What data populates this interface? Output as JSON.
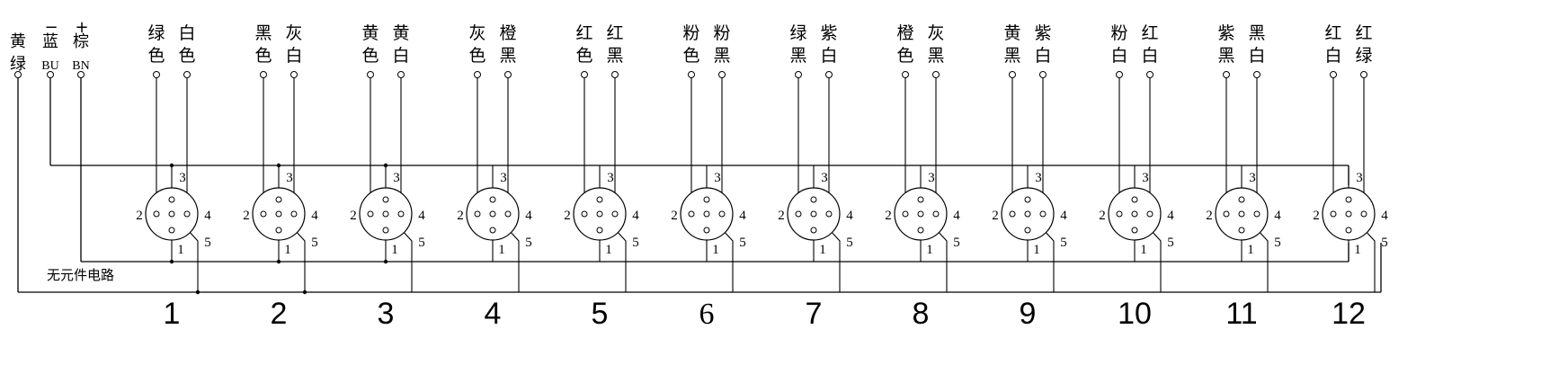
{
  "power_terminals": [
    {
      "sign": "",
      "line1": "黄",
      "line2": "绿"
    },
    {
      "sign": "−",
      "line1": "蓝",
      "line2": "BU"
    },
    {
      "sign": "+",
      "line1": "棕",
      "line2": "BN"
    }
  ],
  "circuit_caption": "无元件电路",
  "pin_labels": {
    "p1": "1",
    "p2": "2",
    "p3": "3",
    "p4": "4",
    "p5": "5"
  },
  "connectors": [
    {
      "number": "1",
      "left_wire": [
        "绿",
        "色"
      ],
      "right_wire": [
        "白",
        "色"
      ]
    },
    {
      "number": "2",
      "left_wire": [
        "黑",
        "色"
      ],
      "right_wire": [
        "灰",
        "白"
      ]
    },
    {
      "number": "3",
      "left_wire": [
        "黄",
        "色"
      ],
      "right_wire": [
        "黄",
        "白"
      ]
    },
    {
      "number": "4",
      "left_wire": [
        "灰",
        "色"
      ],
      "right_wire": [
        "橙",
        "黑"
      ]
    },
    {
      "number": "5",
      "left_wire": [
        "红",
        "色"
      ],
      "right_wire": [
        "红",
        "黑"
      ]
    },
    {
      "number": "6",
      "left_wire": [
        "粉",
        "色"
      ],
      "right_wire": [
        "粉",
        "黑"
      ]
    },
    {
      "number": "7",
      "left_wire": [
        "绿",
        "黑"
      ],
      "right_wire": [
        "紫",
        "白"
      ]
    },
    {
      "number": "8",
      "left_wire": [
        "橙",
        "色"
      ],
      "right_wire": [
        "灰",
        "黑"
      ]
    },
    {
      "number": "9",
      "left_wire": [
        "黄",
        "黑"
      ],
      "right_wire": [
        "紫",
        "白"
      ]
    },
    {
      "number": "10",
      "left_wire": [
        "粉",
        "白"
      ],
      "right_wire": [
        "红",
        "白"
      ]
    },
    {
      "number": "11",
      "left_wire": [
        "紫",
        "黑"
      ],
      "right_wire": [
        "黑",
        "白"
      ]
    },
    {
      "number": "12",
      "left_wire": [
        "红",
        "白"
      ],
      "right_wire": [
        "红",
        "绿"
      ]
    }
  ]
}
